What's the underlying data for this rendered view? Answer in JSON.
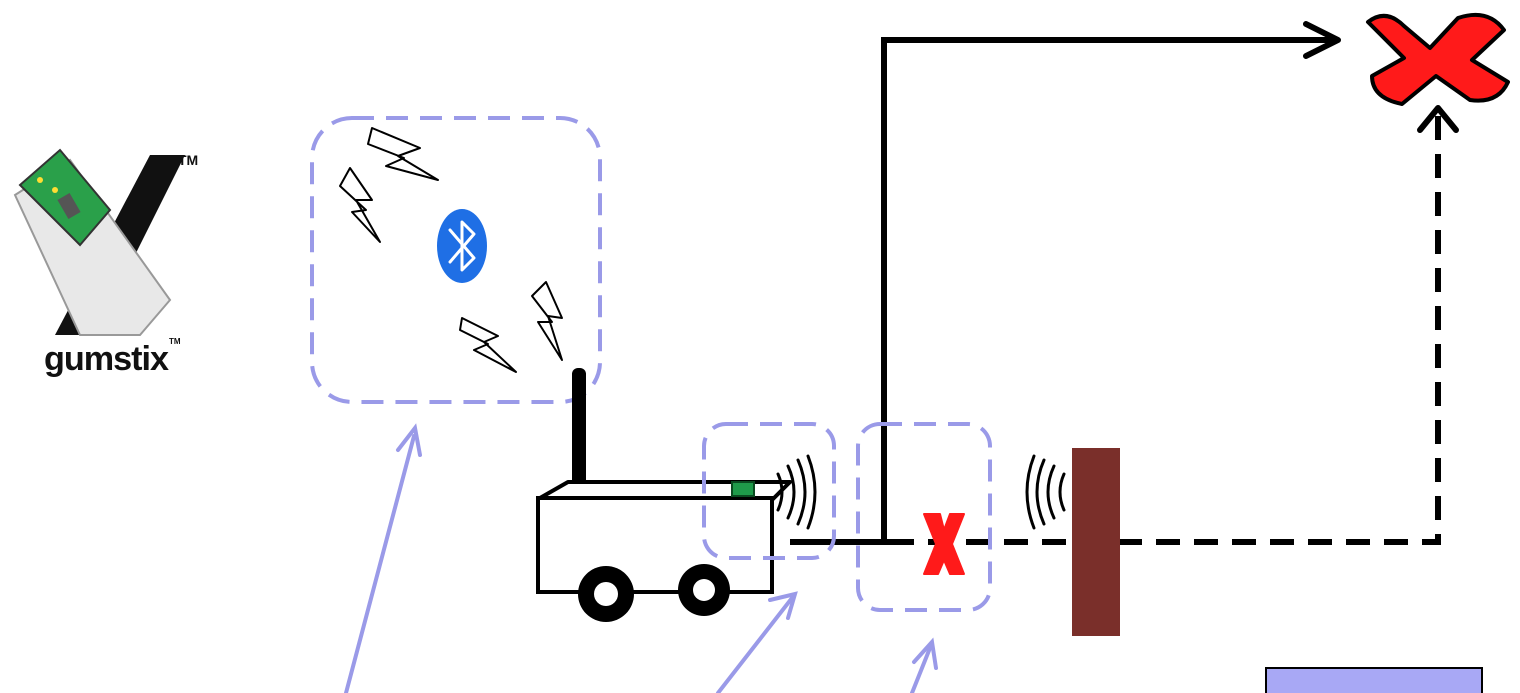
{
  "logo": {
    "name": "gumstix",
    "trademark": "TM"
  },
  "colors": {
    "annotation": "#9a9ae8",
    "annotation_fill": "#a8a8f5",
    "path": "#000000",
    "blocked": "#ff1a1a",
    "wall": "#7a2f2a",
    "bluetooth": "#1f6fe5",
    "led": "#1f9a4a"
  },
  "icons": [
    "gumstix-logo-icon",
    "bluetooth-icon",
    "lightning-icon",
    "robot-icon",
    "sensor-wave-icon",
    "blocked-x-icon",
    "goal-x-icon",
    "wall-obstacle"
  ]
}
